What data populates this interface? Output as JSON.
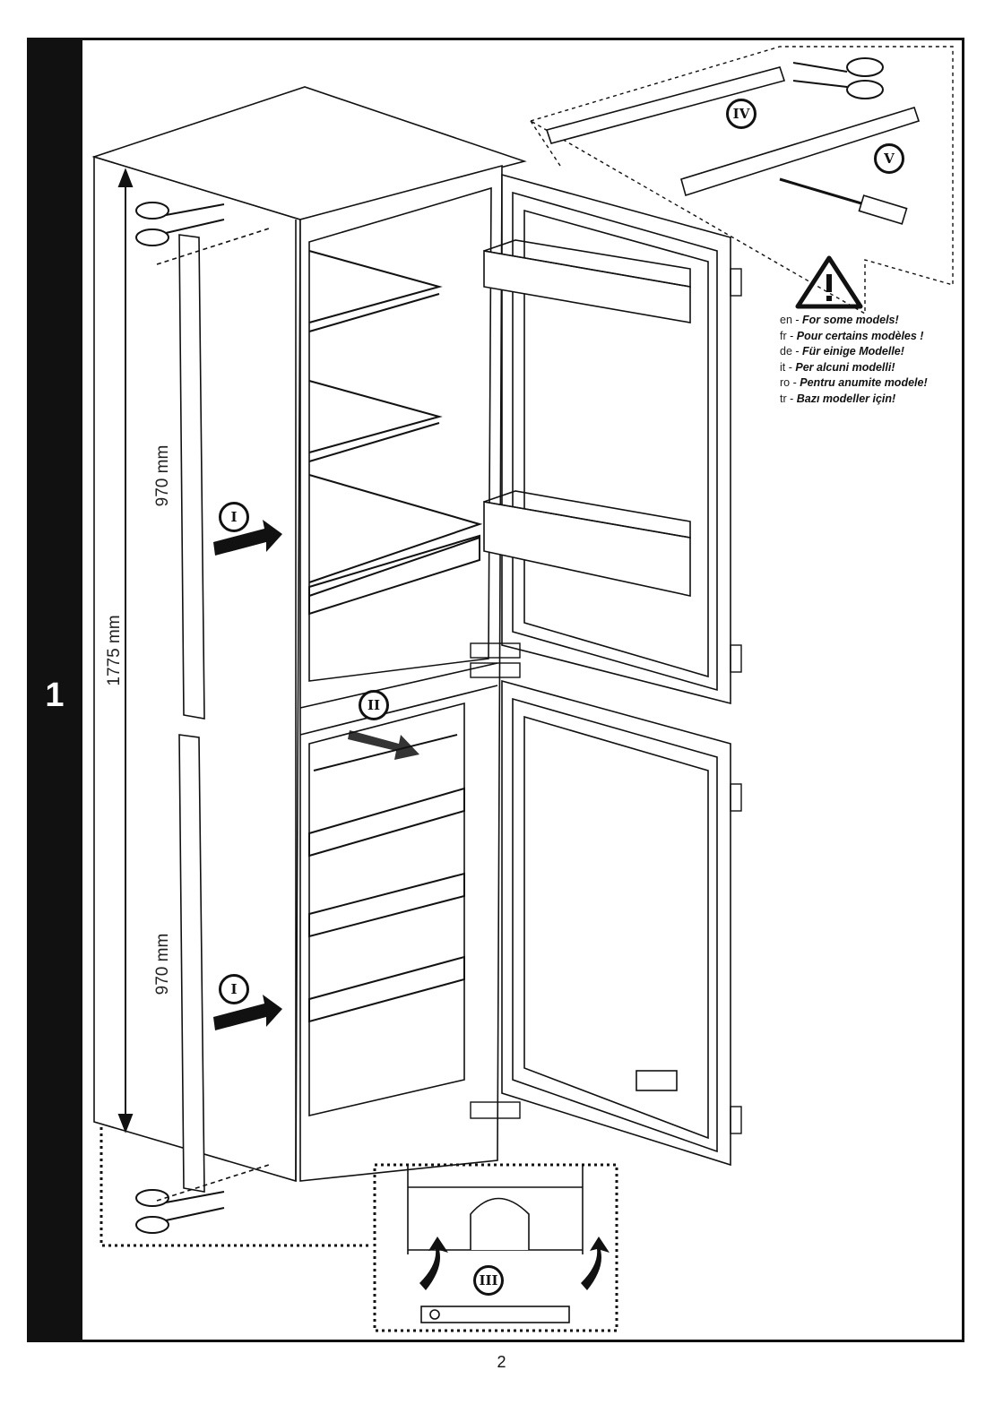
{
  "step_number": "1",
  "dimensions": {
    "total_height": "1775 mm",
    "upper_strip": "970 mm",
    "lower_strip": "970 mm"
  },
  "step_labels": {
    "i_upper": "I",
    "i_lower": "I",
    "ii": "II",
    "iii": "III",
    "iv": "IV",
    "v": "V"
  },
  "notes": [
    {
      "lang": "en",
      "text": "For some models!"
    },
    {
      "lang": "fr",
      "text": "Pour certains modèles !"
    },
    {
      "lang": "de",
      "text": "Für einige Modelle!"
    },
    {
      "lang": "it",
      "text": "Per alcuni modelli!"
    },
    {
      "lang": "ro",
      "text": "Pentru anumite modele!"
    },
    {
      "lang": "tr",
      "text": "Bazı modeller için!"
    }
  ],
  "icons": [
    "scissors-icon",
    "warning-icon",
    "screwdriver-icon",
    "screw-icon",
    "arrow-icon",
    "spirit-level-icon",
    "compressor-icon"
  ],
  "page_number": "2"
}
